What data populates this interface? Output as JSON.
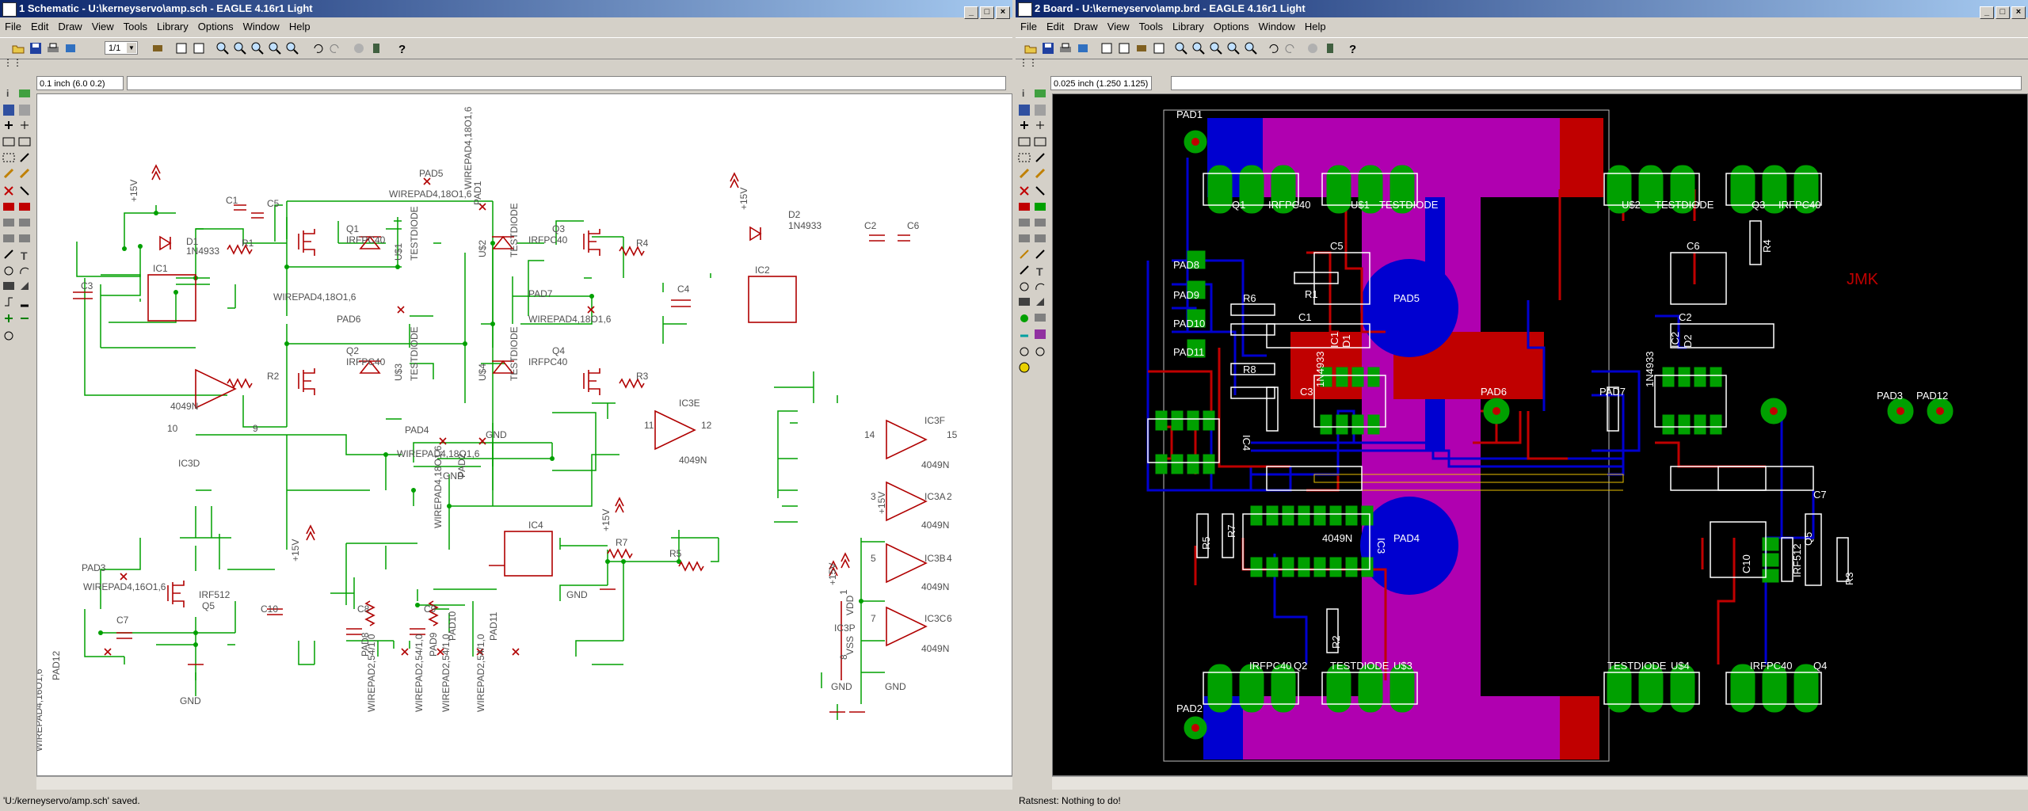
{
  "sch_window": {
    "title": "1 Schematic - U:\\kerneyservo\\amp.sch - EAGLE 4.16r1 Light",
    "menus": [
      "File",
      "Edit",
      "Draw",
      "View",
      "Tools",
      "Library",
      "Options",
      "Window",
      "Help"
    ],
    "sheet_select": "1/1",
    "grid_coord": "0.1 inch (6.0 0.2)",
    "status": "'U:/kerneyservo/amp.sch' saved."
  },
  "brd_window": {
    "title": "2 Board - U:\\kerneyservo\\amp.brd - EAGLE 4.16r1 Light",
    "menus": [
      "File",
      "Edit",
      "Draw",
      "View",
      "Tools",
      "Library",
      "Options",
      "Window",
      "Help"
    ],
    "grid_coord": "0.025 inch (1.250 1.125)",
    "status": "Ratsnest: Nothing to do!"
  },
  "window_buttons": {
    "minimize": "_",
    "maximize": "□",
    "close": "×"
  },
  "sch_labels": {
    "v15_a": "+15V",
    "v15_b": "+15V",
    "v15_c": "+15V",
    "v15_d": "+15V",
    "v15_e": "+15V",
    "v15_f": "+15V",
    "d1": "D1",
    "d1_val": "1N4933",
    "c1": "C1",
    "c5": "C5",
    "r1": "R1",
    "c3": "C3",
    "ic1": "IC1",
    "q1": "Q1",
    "q1_val": "IRFPC40",
    "us1": "U$1",
    "us1_val": "TESTDIODE",
    "pad5": "PAD5",
    "wp_pad5": "WIREPAD4,18O1,6",
    "wp_pad1": "WIREPAD4,18O1,6",
    "pad1": "PAD1",
    "us2": "U$2",
    "us2_val": "TESTDIODE",
    "q3": "Q3",
    "q3_val": "IRFPC40",
    "r4": "R4",
    "d2": "D2",
    "d2_val": "1N4933",
    "c2": "C2",
    "c6": "C6",
    "c4": "C4",
    "ic2": "IC2",
    "wp_pad6": "WIREPAD4,18O1,6",
    "pad6": "PAD6",
    "pad7": "PAD7",
    "wp_pad7": "WIREPAD4,18O1,6",
    "q2": "Q2",
    "q2_val": "IRFPC40",
    "us3": "U$3",
    "us3_val": "TESTDIODE",
    "r2": "R2",
    "us4": "U$4",
    "us4_val": "TESTDIODE",
    "q4": "Q4",
    "q4_val": "IRFPC40",
    "r3": "R3",
    "ic3d": "IC3D",
    "ic3d_val": "4049N",
    "pin10": "10",
    "pin9": "9",
    "pad4": "PAD4",
    "wp_pad4": "WIREPAD4,18O1,6",
    "pad2": "PAD2",
    "wp_pad2": "WIREPAD4,18O1,6",
    "gnd": "GND",
    "ic3e": "IC3E",
    "ic3e_val": "4049N",
    "pin11": "11",
    "pin12": "12",
    "ic3f": "IC3F",
    "ic3f_val": "4049N",
    "pin14": "14",
    "pin15": "15",
    "ic3a": "IC3A",
    "ic3a_val": "4049N",
    "pin3": "3",
    "pin2": "2",
    "ic3b": "IC3B",
    "ic3b_val": "4049N",
    "pin5": "5",
    "pin4": "4",
    "ic3c": "IC3C",
    "ic3c_val": "4049N",
    "pin7": "7",
    "pin6": "6",
    "ic3p": "IC3P",
    "vdd": "VDD",
    "vss": "VSS",
    "pin1": "1",
    "pin8": "8",
    "pad3": "PAD3",
    "wp_pad3": "WIREPAD4,16O1,6",
    "c7": "C7",
    "q5_val": "IRF512",
    "q5": "Q5",
    "c10": "C10",
    "pad12": "PAD12",
    "wp_pad12": "WIREPAD4,16O1,6",
    "ic4": "IC4",
    "r7": "R7",
    "r5": "R5",
    "c8": "C8",
    "c9": "C9",
    "pad8": "PAD8",
    "pad9": "PAD9",
    "pad10": "PAD10",
    "pad11": "PAD11",
    "wp8": "WIREPAD2,54/1,0",
    "wp9": "WIREPAD2,54/1,0",
    "wp10": "WIREPAD2,54/1,0",
    "wp11": "WIREPAD2,54/1,0"
  },
  "brd_labels": {
    "pad1": "PAD1",
    "pad2": "PAD2",
    "pad3": "PAD3",
    "pad4": "PAD4",
    "pad5": "PAD5",
    "pad6": "PAD6",
    "pad7": "PAD7",
    "pad8": "PAD8",
    "pad9": "PAD9",
    "pad10": "PAD10",
    "pad11": "PAD11",
    "pad12": "PAD12",
    "q1": "Q1",
    "q1_val": "IRFPC40",
    "us1": "U$1",
    "us1_val": "TESTDIODE",
    "us2": "U$2",
    "us2_val": "TESTDIODE",
    "q3": "Q3",
    "q3_val": "IRFPC40",
    "q2": "Q2",
    "q2_val": "IRFPC40",
    "us3": "U$3",
    "us3_val": "TESTDIODE",
    "us4": "U$4",
    "us4_val": "TESTDIODE",
    "q4": "Q4",
    "q4_val": "IRFPC40",
    "r1": "R1",
    "r2": "R2",
    "r3": "R3",
    "r4": "R4",
    "r5": "R5",
    "r6": "R6",
    "r7": "R7",
    "r8": "R8",
    "c1": "C1",
    "c2": "C2",
    "c3": "C3",
    "c5": "C5",
    "c6": "C6",
    "c7": "C7",
    "c10": "C10",
    "ic1": "IC1",
    "ic2": "IC2",
    "ic3": "IC3",
    "ic4": "IC4",
    "d1": "D1",
    "d2": "D2",
    "d1_val": "1N4933",
    "d2_val": "1N4933",
    "ic3_val": "4049N",
    "q5": "Q5",
    "q5_val": "IRF512",
    "jmk": "JMK"
  },
  "colors": {
    "title_start": "#0a246a",
    "title_end": "#a6caf0",
    "sch_bg": "#ffffff",
    "sch_wire": "#00a000",
    "sch_part": "#b00000",
    "brd_bg": "#000000",
    "brd_top": "#c00000",
    "brd_bottom": "#0000d0",
    "brd_overlap": "#b000b0",
    "brd_pad": "#00a000",
    "brd_silk": "#ffffff",
    "brd_ratsnest": "#e8c000"
  }
}
